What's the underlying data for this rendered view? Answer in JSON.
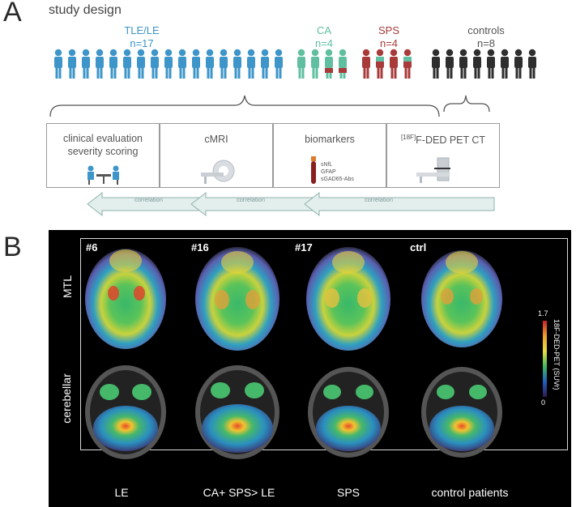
{
  "panel_a": {
    "letter": "A",
    "title": "study design",
    "groups": [
      {
        "name": "TLE/LE",
        "n": "n=17",
        "color": "#3d95c9"
      },
      {
        "name": "CA",
        "n": "n=4",
        "color": "#5fbfa0"
      },
      {
        "name": "SPS",
        "n": "n=4",
        "color": "#a93a3a"
      },
      {
        "name": "controls",
        "n": "n=8",
        "color": "#444444"
      }
    ],
    "boxes": [
      {
        "line1": "clinical evaluation",
        "line2": "severity scoring"
      },
      {
        "line1": "cMRI"
      },
      {
        "line1": "biomarkers",
        "items": [
          "sNfL",
          "GFAP",
          "sGAD65-Abs"
        ]
      },
      {
        "line1": "F-DED PET CT",
        "sup": "[18F]"
      }
    ],
    "arrows": [
      "correlation",
      "correlation",
      "correlation"
    ]
  },
  "panel_b": {
    "letter": "B",
    "row_labels": [
      "MTL",
      "cerebellar"
    ],
    "case_tags": [
      "#6",
      "#16",
      "#17",
      "ctrl"
    ],
    "column_labels": [
      "LE",
      "CA+ SPS> LE",
      "SPS",
      "control patients"
    ],
    "colorbar": {
      "max": "1.7",
      "min": "0",
      "label": "18F-DED-PET (SUVr)"
    }
  }
}
